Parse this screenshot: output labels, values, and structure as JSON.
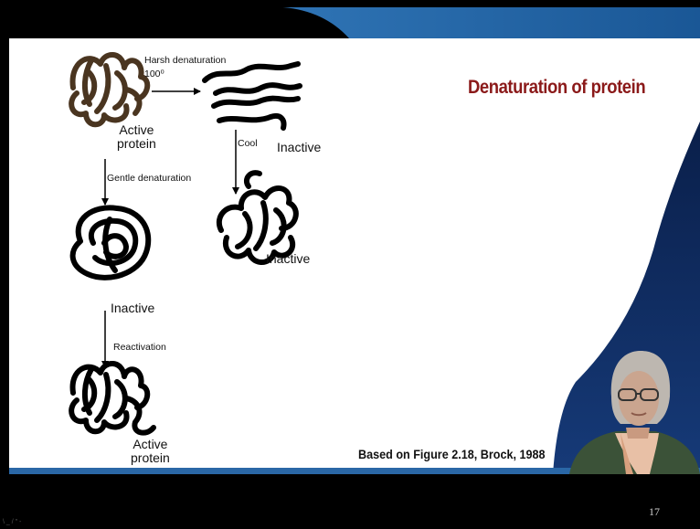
{
  "slide": {
    "title": "Denaturation of protein",
    "citation": "Based on Figure 2.18, Brock, 1988",
    "page_number": "17",
    "corner_mark": "\\ _ / \" -"
  },
  "diagram": {
    "nodes": {
      "active_top": {
        "line1": "Active",
        "line2": "protein"
      },
      "inactive_unfolded": "Inactive",
      "inactive_misfolded": "Inactive",
      "inactive_gentle": "Inactive",
      "active_bottom": {
        "line1": "Active",
        "line2": "protein"
      }
    },
    "edges": {
      "harsh": {
        "line1": "Harsh denaturation",
        "line2": "100⁰"
      },
      "cool": "Cool",
      "gentle": "Gentle denaturation",
      "reactivation": "Reactivation"
    }
  },
  "colors": {
    "title": "#8b1a1a",
    "blue_banner": "#1f5fa0",
    "navy_swoosh": "#0c2350",
    "coil_brown": "#4a3520",
    "coil_black": "#000000"
  }
}
